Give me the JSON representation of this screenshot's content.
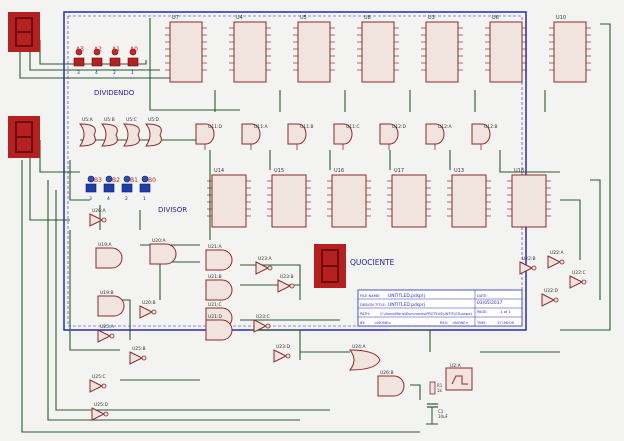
{
  "title_block": {
    "rows": [
      {
        "key": "FILE NAME:",
        "value": "UNTITLED.pdsprj"
      },
      {
        "key": "DESIGN TITLE:",
        "value": "UNTITLED.pdsprj"
      },
      {
        "key": "PATH:",
        "value": "C:\\Users\\Mario\\Documents\\PROTEUS\\UNTITLED.pdsprj"
      },
      {
        "key": "BY:",
        "value": "<NONE>"
      }
    ],
    "date_label": "DATE:",
    "date_value": "03/05/2017",
    "page_label": "PAGE:",
    "page_value": "1 of 1",
    "rev_label": "REV:",
    "rev_value": "<NONE>",
    "time_label": "TIME:",
    "time_value": "17:36:09"
  },
  "labels": {
    "dividend": "DIVIDENDO",
    "divisor": "DIVISOR",
    "quotient": "QUOCIENTE"
  },
  "dividend_switches": [
    "A3",
    "A2",
    "A1",
    "A0"
  ],
  "dividend_switch_values": [
    "3",
    "4",
    "2",
    "1"
  ],
  "divisor_switches": [
    "B3",
    "B2",
    "B1",
    "B0"
  ],
  "divisor_switch_values": [
    "3",
    "4",
    "2",
    "1"
  ],
  "top_chips": [
    "U7",
    "U4",
    "U5",
    "U8",
    "U3",
    "U6",
    "U10"
  ],
  "mid_gates": [
    "U11:D",
    "U11:A",
    "U11:B",
    "U11:C",
    "U12:D",
    "U12:A",
    "U12:B"
  ],
  "row_chips": [
    "U14",
    "U15",
    "U16",
    "U17",
    "U13",
    "U18"
  ],
  "xor_gates": [
    "U5:A",
    "U5:B",
    "U5:C",
    "U5:D"
  ],
  "small_gates": [
    "U19:A",
    "U19:B",
    "U20:A",
    "U20:B",
    "U21:A",
    "U21:B",
    "U21:C",
    "U21:D",
    "U22:A",
    "U22:B",
    "U22:C",
    "U22:D",
    "U23:A",
    "U23:B",
    "U23:C",
    "U23:D",
    "U24:A",
    "U25:A",
    "U25:B",
    "U25:C",
    "U25:D",
    "U26:B",
    "U26:A",
    "U2:A"
  ],
  "timer": {
    "r1": "R1",
    "r1v": "1k",
    "c1": "C1",
    "c1v": "10uF"
  }
}
